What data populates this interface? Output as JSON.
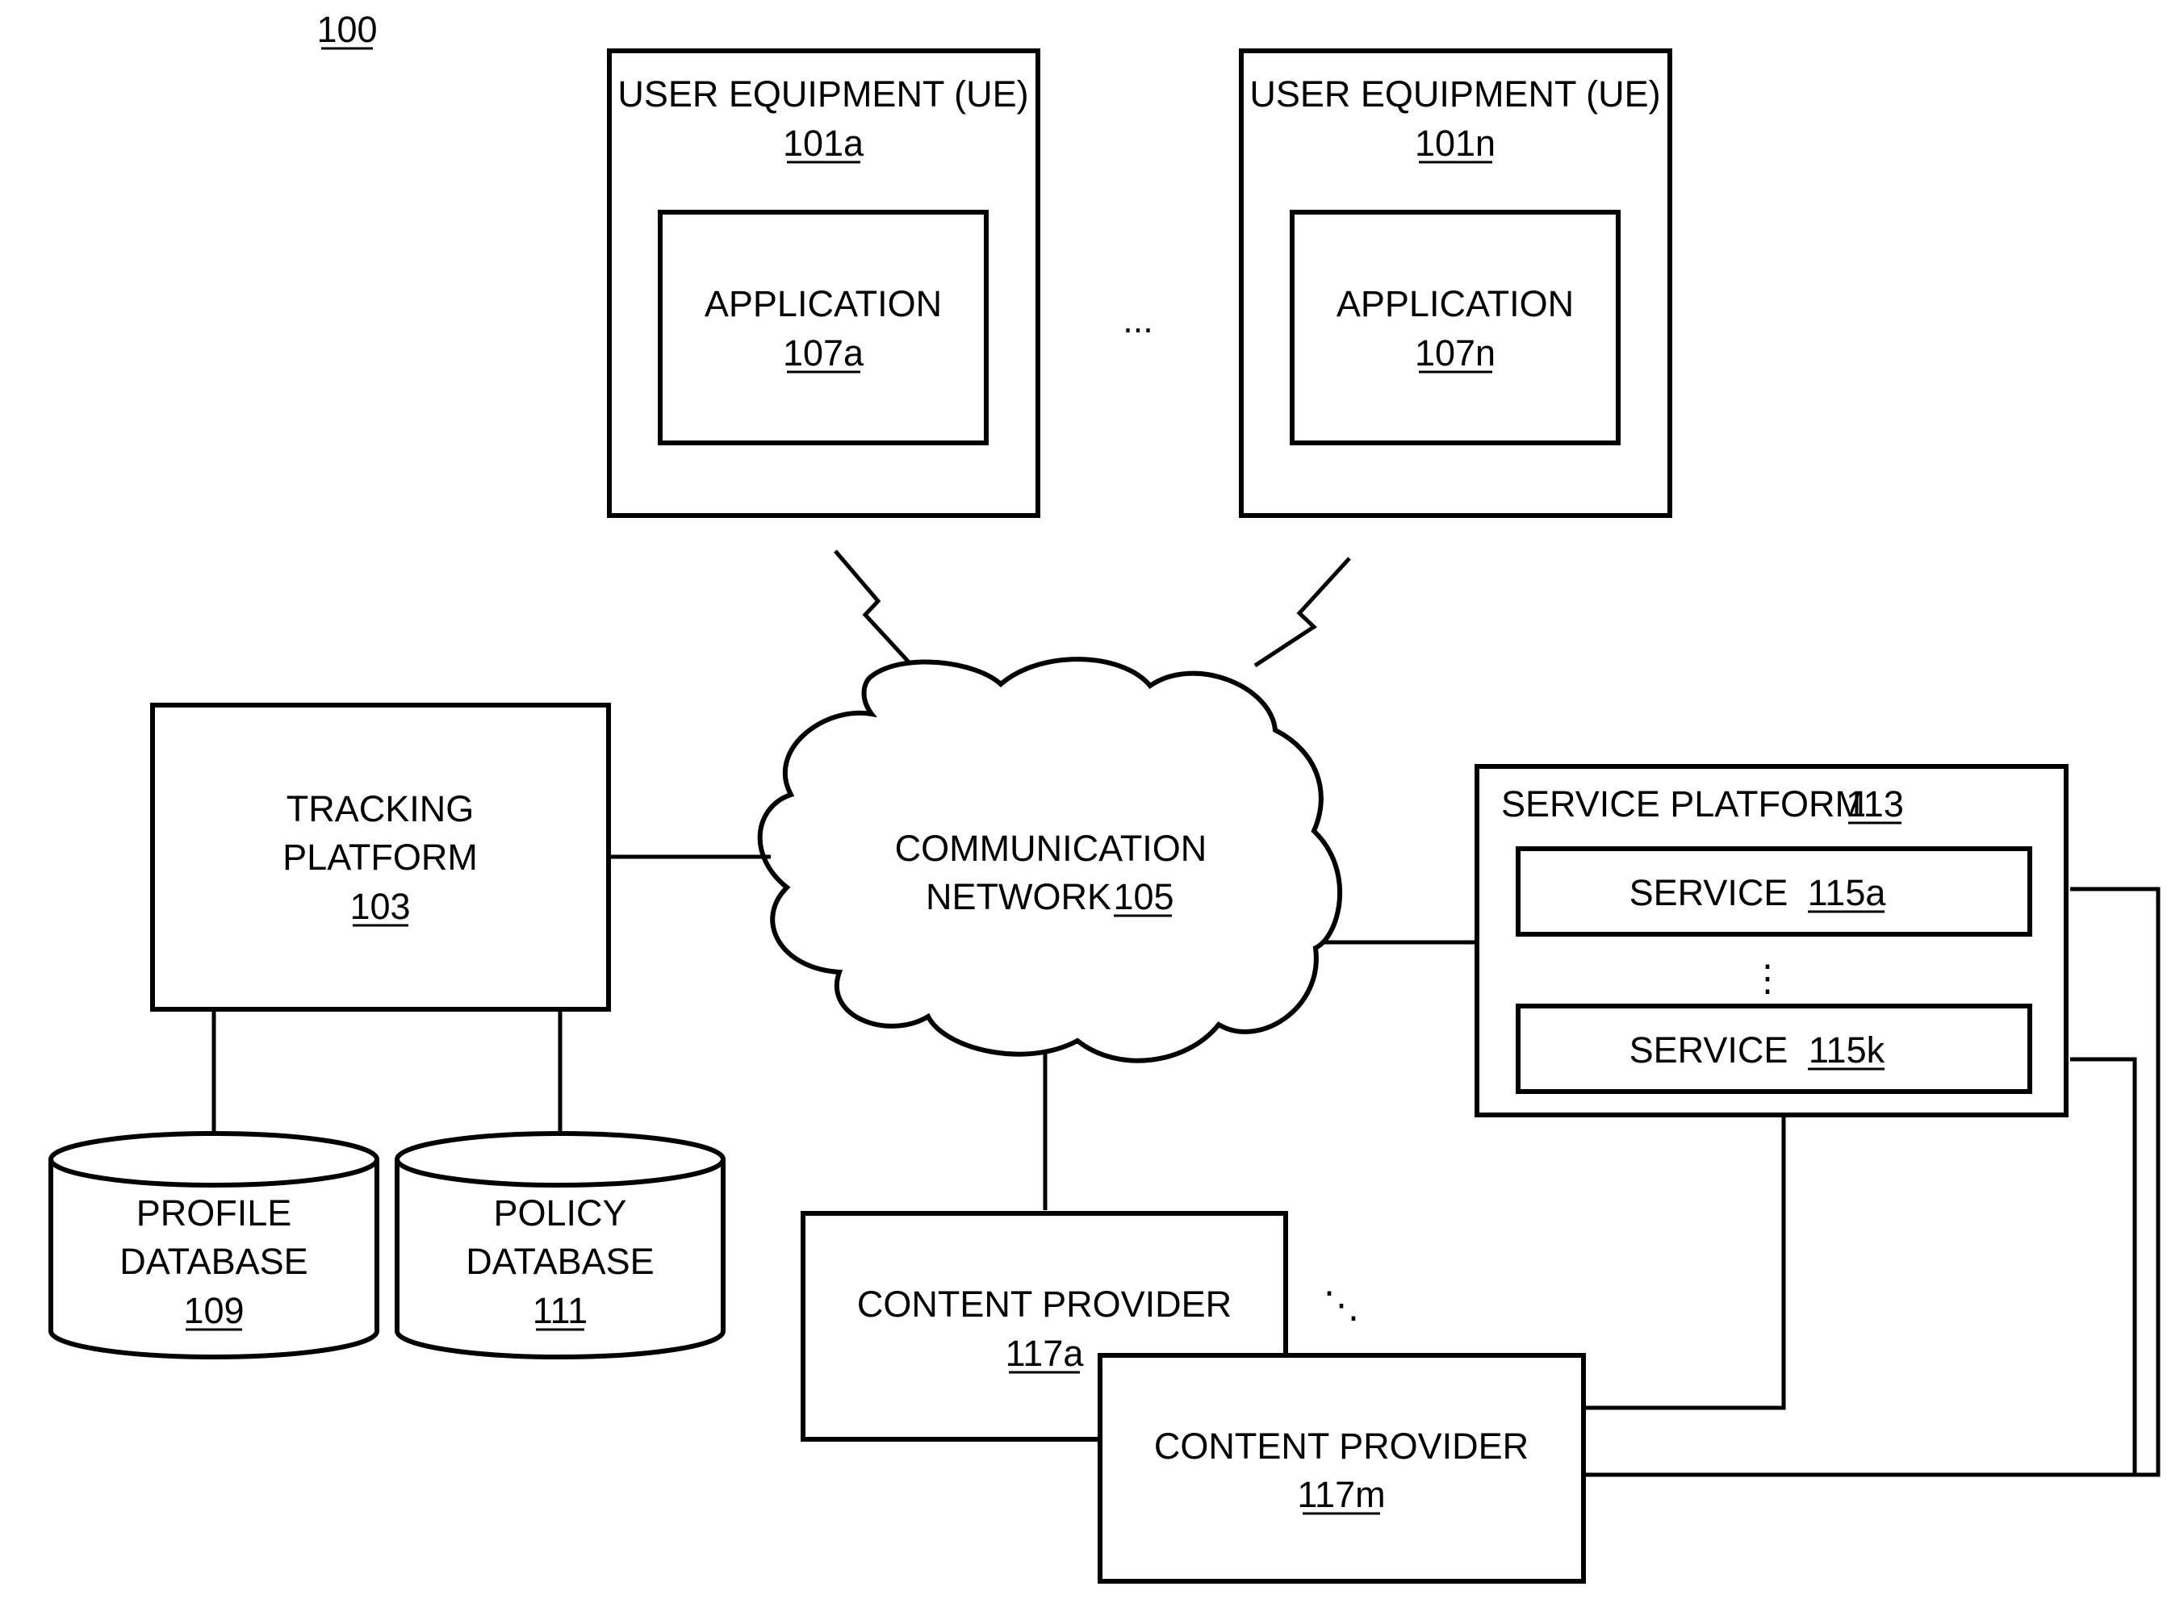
{
  "figure": {
    "ref": "100"
  },
  "ue_a": {
    "title": "USER EQUIPMENT (UE)",
    "ref": "101a",
    "app_title": "APPLICATION",
    "app_ref": "107a"
  },
  "ue_n": {
    "title": "USER EQUIPMENT (UE)",
    "ref": "101n",
    "app_title": "APPLICATION",
    "app_ref": "107n"
  },
  "ue_ellipsis": "...",
  "tracking": {
    "line1": "TRACKING",
    "line2": "PLATFORM",
    "ref": "103"
  },
  "network": {
    "line1": "COMMUNICATION",
    "line2": "NETWORK",
    "ref": "105"
  },
  "profile_db": {
    "line1": "PROFILE",
    "line2": "DATABASE",
    "ref": "109"
  },
  "policy_db": {
    "line1": "POLICY",
    "line2": "DATABASE",
    "ref": "111"
  },
  "service_platform": {
    "title": "SERVICE PLATFORM",
    "ref": "113",
    "ellipsis": "⋮",
    "services": [
      {
        "label": "SERVICE",
        "ref": "115a"
      },
      {
        "label": "SERVICE",
        "ref": "115k"
      }
    ]
  },
  "content_providers": [
    {
      "label": "CONTENT PROVIDER",
      "ref": "117a"
    },
    {
      "label": "CONTENT PROVIDER",
      "ref": "117m"
    }
  ],
  "cp_ellipsis": "⋱"
}
